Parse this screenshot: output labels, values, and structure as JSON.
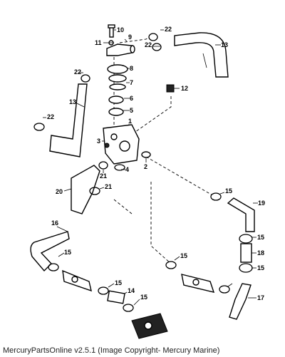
{
  "diagram": {
    "callouts": [
      "10",
      "9",
      "11",
      "22",
      "22",
      "13",
      "8",
      "22",
      "7",
      "12",
      "13",
      "6",
      "5",
      "22",
      "1",
      "3",
      "2",
      "4",
      "21",
      "21",
      "20",
      "15",
      "19",
      "16",
      "15",
      "15",
      "18",
      "15",
      "15",
      "15",
      "14",
      "15",
      "17"
    ]
  },
  "footer": {
    "caption": "MercuryPartsOnline v2.5.1 (Image Copyright- Mercury Marine)"
  }
}
